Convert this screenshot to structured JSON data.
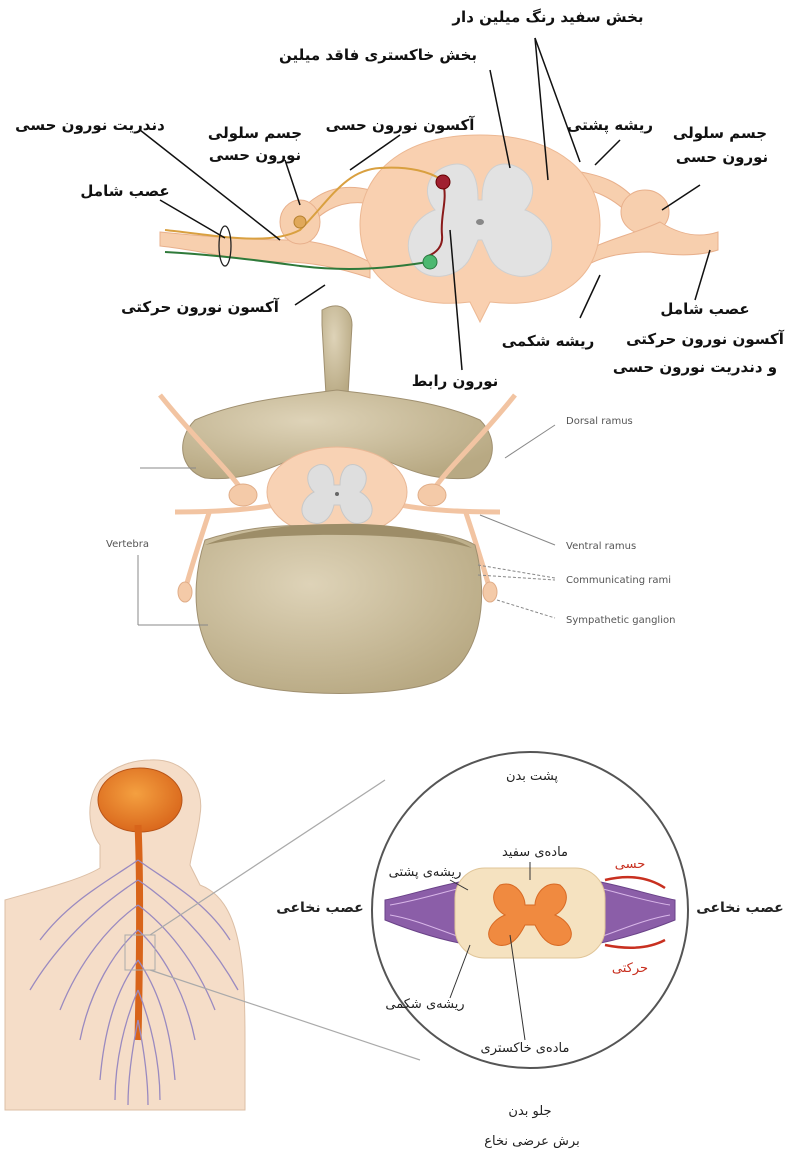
{
  "panel_top": {
    "labels": {
      "white_matter": "بخش سفید رنگ میلین دار",
      "gray_matter": "بخش خاکستری فاقد میلین",
      "sensory_dendrite": "دندریت نورون حسی",
      "sensory_axon": "آکسون نورون حسی",
      "cell_body_left_1": "جسم سلولی",
      "cell_body_left_2": "نورون حسی",
      "dorsal_root": "ریشه پشتی",
      "cell_body_right_1": "جسم سلولی",
      "cell_body_right_2": "نورون حسی",
      "mixed_nerve_left": "عصب شامل",
      "motor_axon": "آکسون نورون حرکتی",
      "ventral_root": "ریشه شکمی",
      "interneuron": "نورون رابط",
      "mixed_nerve_right_1": "عصب شامل",
      "mixed_nerve_right_2": "آکسون نورون حرکتی",
      "mixed_nerve_right_3": "و دندریت نورون حسی"
    }
  },
  "panel_middle": {
    "labels": {
      "dorsal_ramus": "Dorsal ramus",
      "vertebra": "Vertebra",
      "ventral_ramus": "Ventral ramus",
      "communicating_rami": "Communicating rami",
      "sympathetic_ganglion": "Sympathetic ganglion"
    }
  },
  "panel_bottom": {
    "labels": {
      "back": "پشت بدن",
      "white_matter": "ماده‌ی سفید",
      "dorsal_root": "ریشه‌ی پشتی",
      "spinal_nerve_left": "عصب نخاعی",
      "spinal_nerve_right": "عصب نخاعی",
      "sensory": "حسی",
      "motor": "حرکتی",
      "ventral_root": "ریشه‌ی شکمی",
      "gray_matter": "ماده‌ی خاکستری",
      "front": "جلو بدن",
      "caption": "برش عرضی نخاع"
    }
  }
}
